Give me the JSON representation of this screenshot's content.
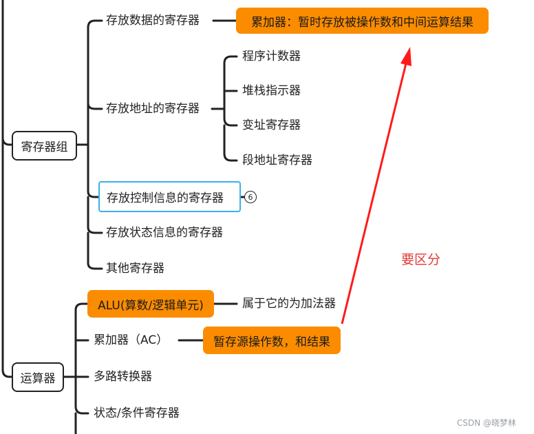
{
  "register_group": {
    "label": "寄存器组",
    "data_register": {
      "label": "存放数据的寄存器",
      "accumulator_note": "累加器：暂时存放被操作数和中间运算结果"
    },
    "address_register": {
      "label": "存放地址的寄存器",
      "children": [
        "程序计数器",
        "堆栈指示器",
        "变址寄存器",
        "段地址寄存器"
      ]
    },
    "control_info_register": {
      "label": "存放控制信息的寄存器",
      "badge": "6"
    },
    "status_info_register": {
      "label": "存放状态信息的寄存器"
    },
    "other_registers": {
      "label": "其他寄存器"
    }
  },
  "alu_group": {
    "label": "运算器",
    "alu": {
      "label": "ALU(算数/逻辑单元)",
      "note": "属于它的为加法器"
    },
    "accumulator": {
      "label": "累加器（AC）",
      "note": "暂存源操作数，和结果"
    },
    "mux": {
      "label": "多路转换器"
    },
    "status_register": {
      "label": "状态/条件寄存器"
    }
  },
  "annotation": {
    "text": "要区分",
    "color": "#e53935"
  },
  "colors": {
    "orange": "#fb8c00",
    "selection": "#3bb0ec",
    "line": "#222222"
  },
  "watermark": "CSDN @晓梦林"
}
